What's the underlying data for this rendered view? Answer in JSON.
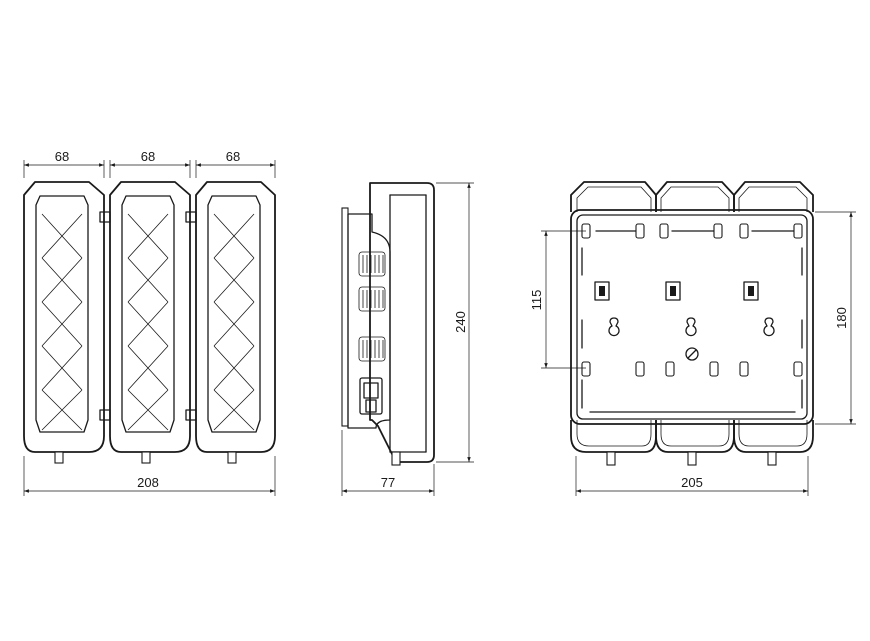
{
  "dimensions": {
    "front_compartment_1": "68",
    "front_compartment_2": "68",
    "front_compartment_3": "68",
    "front_total_width": "208",
    "side_depth": "77",
    "side_height": "240",
    "back_total_width": "205",
    "back_mount_height": "180",
    "back_hole_spacing": "115"
  }
}
